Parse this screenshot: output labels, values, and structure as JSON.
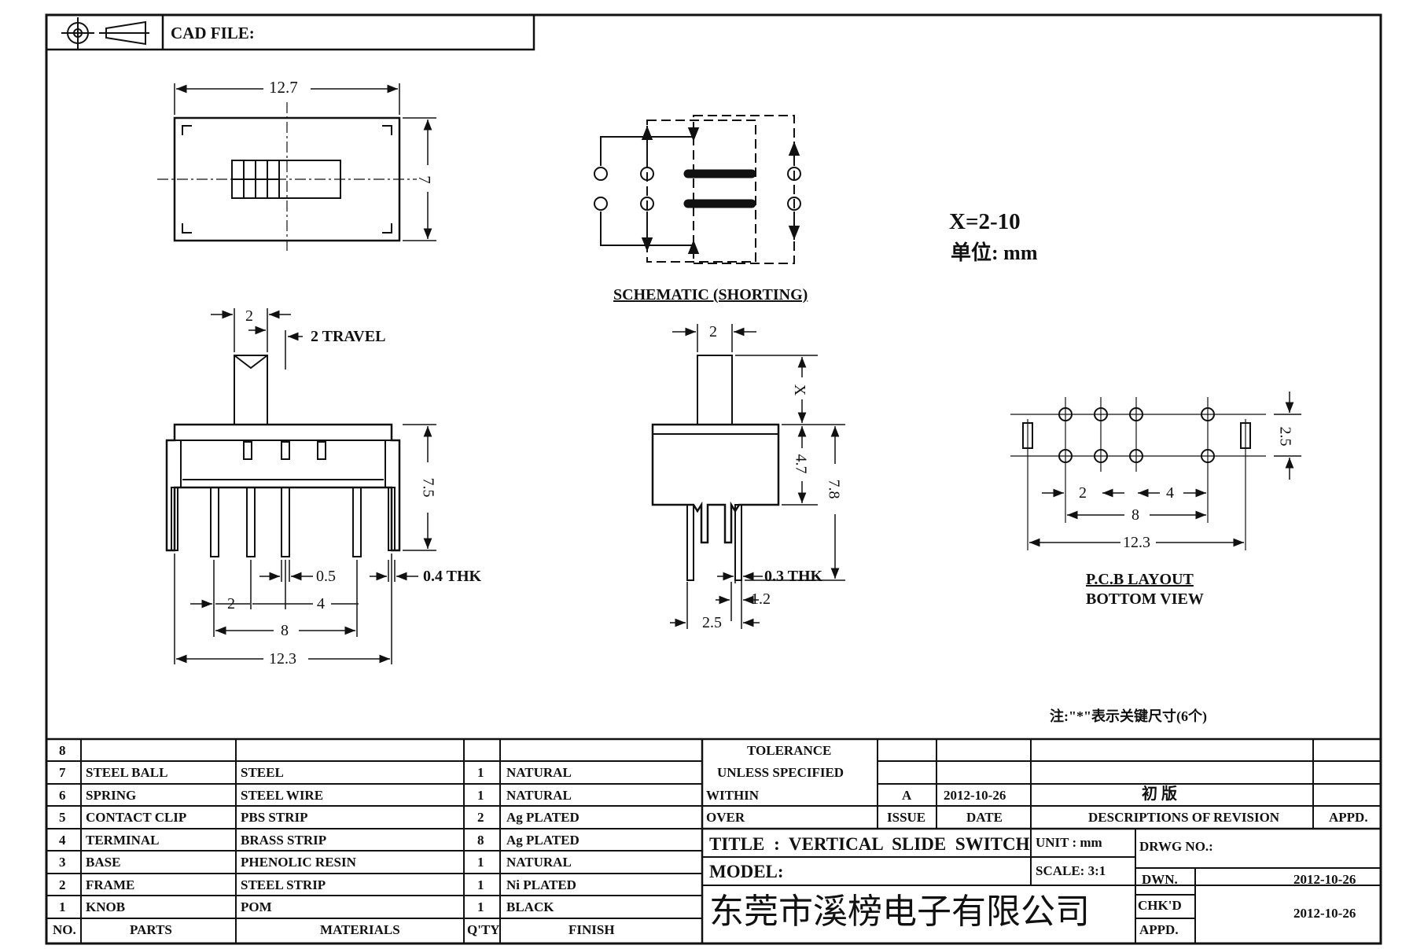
{
  "header": {
    "cad_label": "CAD FILE:",
    "projection_icon": "third-angle-projection-icon"
  },
  "dims": {
    "top_width": "12.7",
    "top_height": "7",
    "travel_gap": "2",
    "travel": "2 TRAVEL",
    "front_height": "7.5",
    "pin_width": "0.5",
    "thk": "0.4 THK",
    "pitch_2": "2",
    "pitch_4": "4",
    "span_8": "8",
    "span_12": "12.3",
    "side_gap": "2",
    "side_x": "X",
    "side_47": "4.7",
    "side_78": "7.8",
    "side_thk": "0.3 THK",
    "side_12": "1.2",
    "side_25": "2.5",
    "pcb_25": "2.5",
    "pcb_2": "2",
    "pcb_4": "4",
    "pcb_8": "8",
    "pcb_123": "12.3"
  },
  "labels": {
    "schematic": "SCHEMATIC (SHORTING)",
    "x_range": "X=2-10",
    "unit_note": "单位: mm",
    "pcb_title": "P.C.B LAYOUT",
    "pcb_sub": "BOTTOM VIEW",
    "key_note": "注:\"*\"表示关键尺寸(6个)"
  },
  "bom": {
    "rows": [
      {
        "no": "8",
        "part": "",
        "material": "",
        "qty": "",
        "finish": ""
      },
      {
        "no": "7",
        "part": "STEEL BALL",
        "material": "STEEL",
        "qty": "1",
        "finish": "NATURAL"
      },
      {
        "no": "6",
        "part": "SPRING",
        "material": "STEEL WIRE",
        "qty": "1",
        "finish": "NATURAL"
      },
      {
        "no": "5",
        "part": "CONTACT CLIP",
        "material": "PBS STRIP",
        "qty": "2",
        "finish": "Ag PLATED"
      },
      {
        "no": "4",
        "part": "TERMINAL",
        "material": "BRASS STRIP",
        "qty": "8",
        "finish": "Ag PLATED"
      },
      {
        "no": "3",
        "part": "BASE",
        "material": "PHENOLIC RESIN",
        "qty": "1",
        "finish": "NATURAL"
      },
      {
        "no": "2",
        "part": "FRAME",
        "material": "STEEL STRIP",
        "qty": "1",
        "finish": "Ni PLATED"
      },
      {
        "no": "1",
        "part": "KNOB",
        "material": "POM",
        "qty": "1",
        "finish": "BLACK"
      }
    ],
    "headers": {
      "no": "NO.",
      "part": "PARTS",
      "material": "MATERIALS",
      "qty": "Q'TY",
      "finish": "FINISH"
    }
  },
  "title_block": {
    "tolerance": "TOLERANCE",
    "unless": "UNLESS SPECIFIED",
    "within": "WITHIN",
    "over": "OVER",
    "rev_letter": "A",
    "rev_date": "2012-10-26",
    "rev_desc": "初 版",
    "issue": "ISSUE",
    "date": "DATE",
    "desc": "DESCRIPTIONS OF REVISION",
    "appd": "APPD.",
    "title": "TITLE : VERTICAL SLIDE SWITCH",
    "unit": "UNIT : mm",
    "drwg_no": "DRWG NO.:",
    "model": "MODEL:",
    "scale": "SCALE: 3:1",
    "dwn": "DWN.",
    "dwn_date": "2012-10-26",
    "company": "东莞市溪榜电子有限公司",
    "chkd": "CHK'D",
    "chkd_date": "2012-10-26",
    "appd2": "APPD."
  }
}
